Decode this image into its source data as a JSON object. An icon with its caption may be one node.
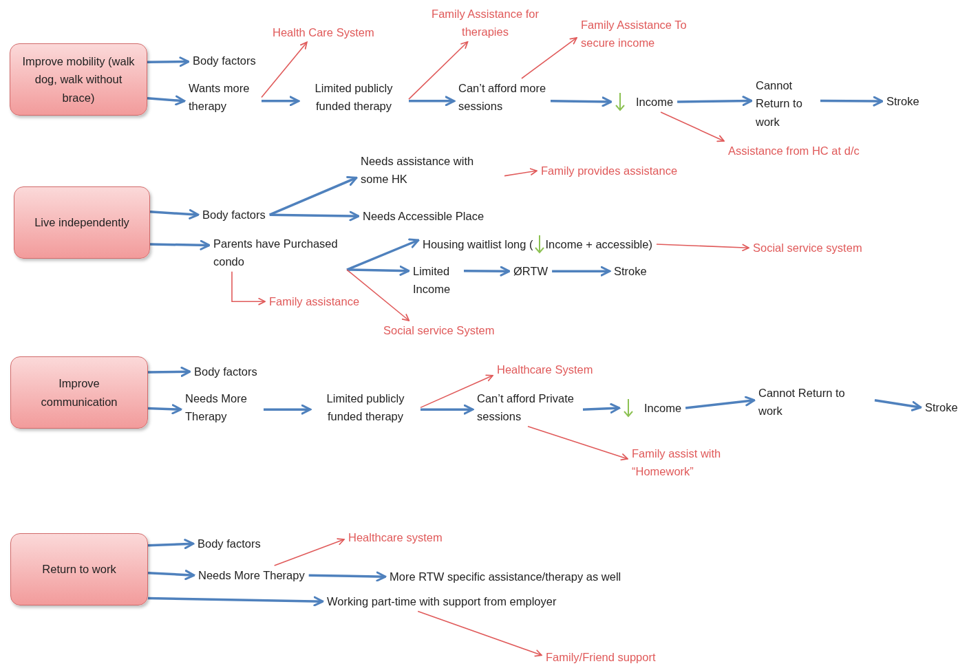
{
  "diagram": {
    "nodes": [
      {
        "text": [
          "Improve mobility (walk dog, walk without brace)"
        ]
      },
      {
        "text": [
          "Body factors"
        ]
      },
      {
        "text": [
          "Wants more therapy"
        ]
      },
      {
        "text": [
          "Limited publicly funded therapy"
        ]
      },
      {
        "text": [
          "Health Care System"
        ]
      },
      {
        "text": [
          "Can’t afford more sessions"
        ]
      },
      {
        "text": [
          "Family Assistance for therapies"
        ]
      },
      {
        "text": [
          "Family Assistance To secure income"
        ]
      },
      {
        "text": [
          "Income"
        ]
      },
      {
        "text": [
          "Cannot Return to work"
        ]
      },
      {
        "text": [
          "Stroke"
        ]
      },
      {
        "text": [
          "Assistance from HC at d/c"
        ]
      },
      {
        "text": [
          "Live independently"
        ]
      },
      {
        "text": [
          "Body factors"
        ]
      },
      {
        "text": [
          "Needs assistance with some HK"
        ]
      },
      {
        "text": [
          "Family provides assistance"
        ]
      },
      {
        "text": [
          "Needs Accessible Place"
        ]
      },
      {
        "text": [
          "Parents  have Purchased condo"
        ]
      },
      {
        "text": [
          "Family assistance"
        ]
      },
      {
        "text": [
          "Housing waitlist long (",
          "Income + accessible)"
        ]
      },
      {
        "text": [
          "Social service system"
        ]
      },
      {
        "text": [
          "Limited Income"
        ]
      },
      {
        "text": [
          "ØRTW"
        ]
      },
      {
        "text": [
          "Stroke"
        ]
      },
      {
        "text": [
          "Social service System"
        ]
      },
      {
        "text": [
          "Improve communication"
        ]
      },
      {
        "text": [
          "Body factors"
        ]
      },
      {
        "text": [
          "Needs More Therapy"
        ]
      },
      {
        "text": [
          "Limited publicly funded therapy"
        ]
      },
      {
        "text": [
          "Healthcare System"
        ]
      },
      {
        "text": [
          "Can’t afford Private sessions"
        ]
      },
      {
        "text": [
          "Income"
        ]
      },
      {
        "text": [
          "Cannot Return to work"
        ]
      },
      {
        "text": [
          "Stroke"
        ]
      },
      {
        "text": [
          "Family assist with “Homework”"
        ]
      },
      {
        "text": [
          "Return to work"
        ]
      },
      {
        "text": [
          "Body factors"
        ]
      },
      {
        "text": [
          "Needs More  Therapy"
        ]
      },
      {
        "text": [
          "Healthcare system"
        ]
      },
      {
        "text": [
          "More RTW specific assistance/therapy as well"
        ]
      },
      {
        "text": [
          "Working part-time with support from employer"
        ]
      },
      {
        "text": [
          "Family/Friend support"
        ]
      }
    ],
    "edges": [
      {
        "from": 0,
        "to": 1,
        "arrow": "to"
      },
      {
        "from": 0,
        "to": 2,
        "arrow": "to"
      },
      {
        "from": 2,
        "to": 3,
        "arrow": "to"
      },
      {
        "from": 2,
        "to": 4,
        "arrow": "to",
        "color": "#e05a5a"
      },
      {
        "from": 3,
        "to": 5,
        "arrow": "to"
      },
      {
        "from": 3,
        "to": 6,
        "arrow": "to",
        "color": "#e05a5a"
      },
      {
        "from": 5,
        "to": 7,
        "arrow": "to",
        "color": "#e05a5a"
      },
      {
        "from": 5,
        "to": 8,
        "arrow": "to"
      },
      {
        "from": 8,
        "to": 9,
        "arrow": "to"
      },
      {
        "from": 9,
        "to": 10,
        "arrow": "to"
      },
      {
        "from": 8,
        "to": 11,
        "arrow": "to",
        "color": "#e05a5a"
      },
      {
        "from": 12,
        "to": 13,
        "arrow": "to"
      },
      {
        "from": 12,
        "to": 17,
        "arrow": "to"
      },
      {
        "from": 13,
        "to": 14,
        "arrow": "to"
      },
      {
        "from": 13,
        "to": 16,
        "arrow": "to"
      },
      {
        "from": 14,
        "to": 15,
        "arrow": "to",
        "color": "#e05a5a"
      },
      {
        "from": 17,
        "to": 18,
        "arrow": "to",
        "color": "#e05a5a"
      },
      {
        "from": 17,
        "to": 19,
        "arrow": "to"
      },
      {
        "from": 17,
        "to": 21,
        "arrow": "to"
      },
      {
        "from": 17,
        "to": 24,
        "arrow": "to",
        "color": "#e05a5a"
      },
      {
        "from": 19,
        "to": 20,
        "arrow": "to",
        "color": "#e05a5a"
      },
      {
        "from": 21,
        "to": 22,
        "arrow": "to"
      },
      {
        "from": 22,
        "to": 23,
        "arrow": "to"
      },
      {
        "from": 25,
        "to": 26,
        "arrow": "to"
      },
      {
        "from": 25,
        "to": 27,
        "arrow": "to"
      },
      {
        "from": 27,
        "to": 28,
        "arrow": "to"
      },
      {
        "from": 28,
        "to": 30,
        "arrow": "to"
      },
      {
        "from": 28,
        "to": 29,
        "arrow": "to",
        "color": "#e05a5a"
      },
      {
        "from": 30,
        "to": 31,
        "arrow": "to"
      },
      {
        "from": 31,
        "to": 32,
        "arrow": "to"
      },
      {
        "from": 32,
        "to": 33,
        "arrow": "to"
      },
      {
        "from": 30,
        "to": 34,
        "arrow": "to",
        "color": "#e05a5a"
      },
      {
        "from": 35,
        "to": 36,
        "arrow": "to"
      },
      {
        "from": 35,
        "to": 37,
        "arrow": "to"
      },
      {
        "from": 37,
        "to": 38,
        "arrow": "to",
        "color": "#e05a5a"
      },
      {
        "from": 37,
        "to": 39,
        "arrow": "to"
      },
      {
        "from": 35,
        "to": 40,
        "arrow": "to"
      },
      {
        "from": 40,
        "to": 41,
        "arrow": "to",
        "color": "#e05a5a"
      }
    ]
  }
}
